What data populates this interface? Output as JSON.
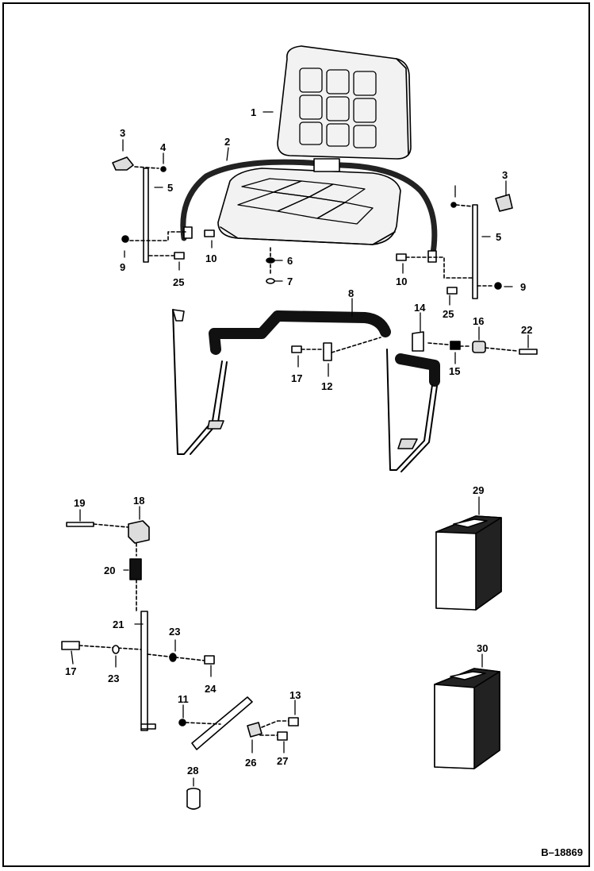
{
  "diagram": {
    "reference_code": "B–18869",
    "callouts": [
      "1",
      "2",
      "3",
      "4",
      "5",
      "6",
      "7",
      "8",
      "9",
      "10",
      "11",
      "12",
      "13",
      "14",
      "15",
      "16",
      "17",
      "18",
      "19",
      "20",
      "21",
      "22",
      "23",
      "24",
      "25",
      "26",
      "27",
      "28",
      "29",
      "30"
    ],
    "extra_labels": [
      "3",
      "5",
      "9",
      "10",
      "17",
      "23",
      "25"
    ]
  }
}
